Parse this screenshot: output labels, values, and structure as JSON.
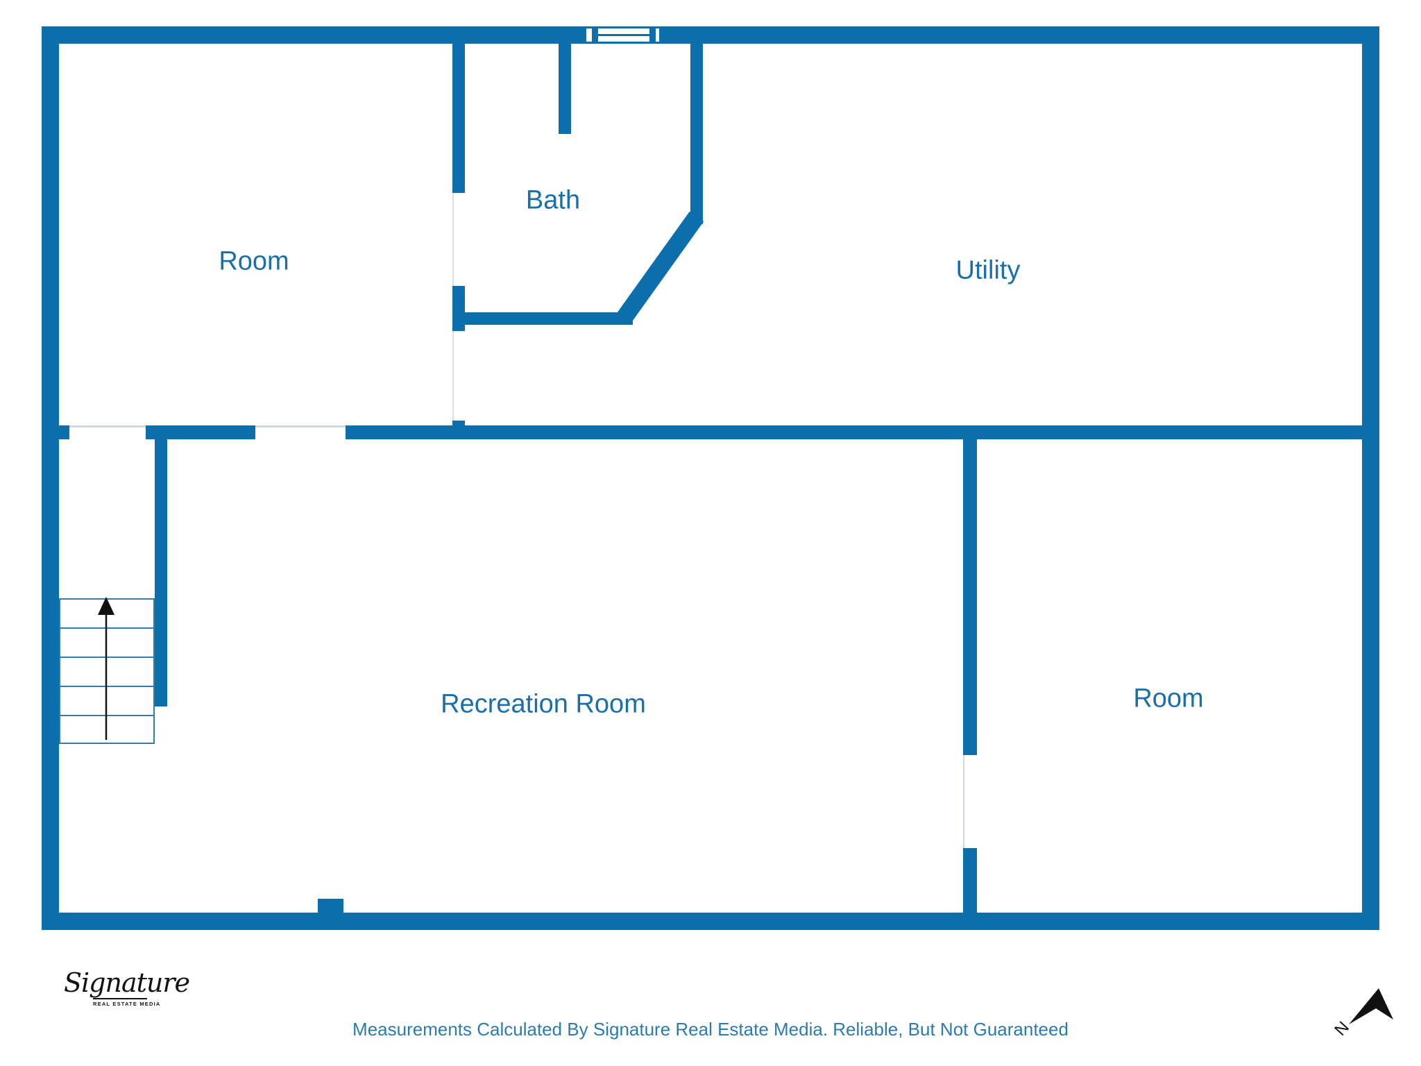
{
  "floor_plan": {
    "rooms": [
      {
        "name": "Room",
        "position": "top-left"
      },
      {
        "name": "Bath",
        "position": "top-center"
      },
      {
        "name": "Utility",
        "position": "top-right"
      },
      {
        "name": "Recreation Room",
        "position": "bottom-center"
      },
      {
        "name": "Room",
        "position": "bottom-right"
      }
    ],
    "features": [
      "window-top-wall",
      "stairs-with-up-arrow",
      "door-openings"
    ]
  },
  "compass": {
    "label": "N"
  },
  "logo": {
    "brand": "Signature",
    "tagline": "REAL ESTATE MEDIA"
  },
  "footer": {
    "disclaimer": "Measurements Calculated By Signature Real Estate Media. Reliable, But Not Guaranteed"
  },
  "colors": {
    "wall": "#0d6eac",
    "room_label": "#1b6fa9",
    "footer_text": "#2b7cae",
    "stair_lines": "#2e7dad",
    "opening_line": "#ccd9e2",
    "compass": "#111111"
  }
}
